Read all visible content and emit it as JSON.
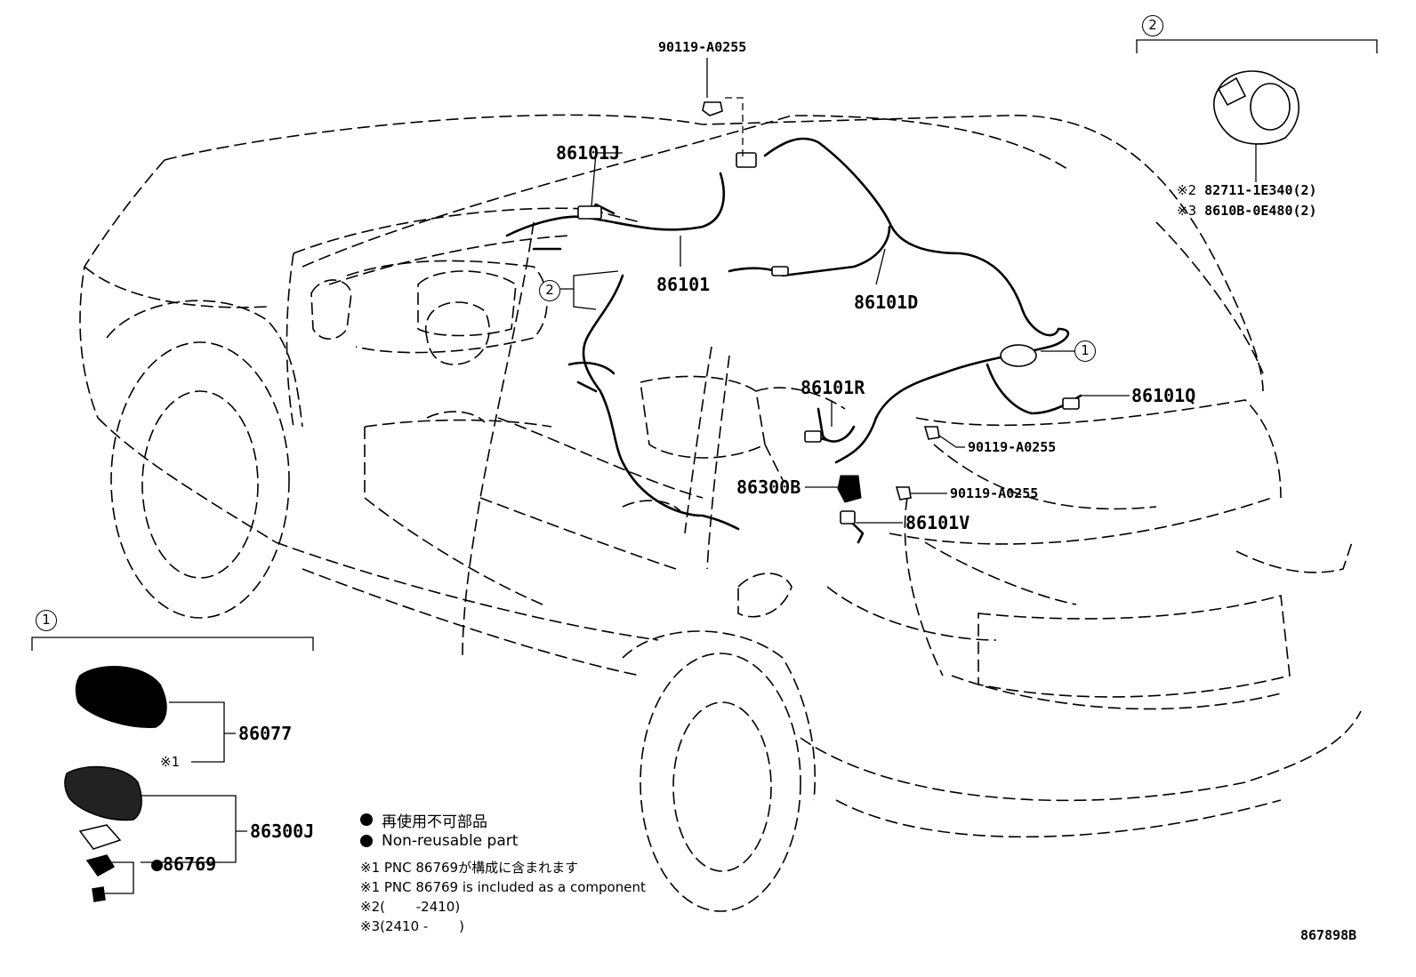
{
  "diagram": {
    "drawing_number": "867898B",
    "callouts": {
      "c1_top": "1",
      "c2_top": "2",
      "c1_inset": "1",
      "c2_inset": "2"
    },
    "parts": {
      "p_90119_top": "90119-A0255",
      "p_86101J": "86101J",
      "p_86101": "86101",
      "p_86101D": "86101D",
      "p_86101R": "86101R",
      "p_86101Q": "86101Q",
      "p_90119_mid": "90119-A0255",
      "p_86300B": "86300B",
      "p_90119_low": "90119-A0255",
      "p_86101V": "86101V",
      "p_86077": "86077",
      "p_86300J": "86300J",
      "p_86769": "86769"
    },
    "inset_top_right": {
      "line1_ref": "※2",
      "line1_part": "82711-1E340(2)",
      "line2_ref": "※3",
      "line2_part": "8610B-0E480(2)"
    },
    "inset_bottom_left": {
      "ref_mark": "※1"
    }
  },
  "legend": {
    "jp": "再使用不可部品",
    "en": "Non-reusable part"
  },
  "notes": {
    "n1_jp": "※1 PNC 86769が構成に含まれます",
    "n1_en": "※1 PNC 86769 is included as a component",
    "n2": "※2(　　 -2410)",
    "n3": "※3(2410 -　　 )"
  },
  "colors": {
    "ink": "#000000",
    "paper": "#ffffff"
  }
}
